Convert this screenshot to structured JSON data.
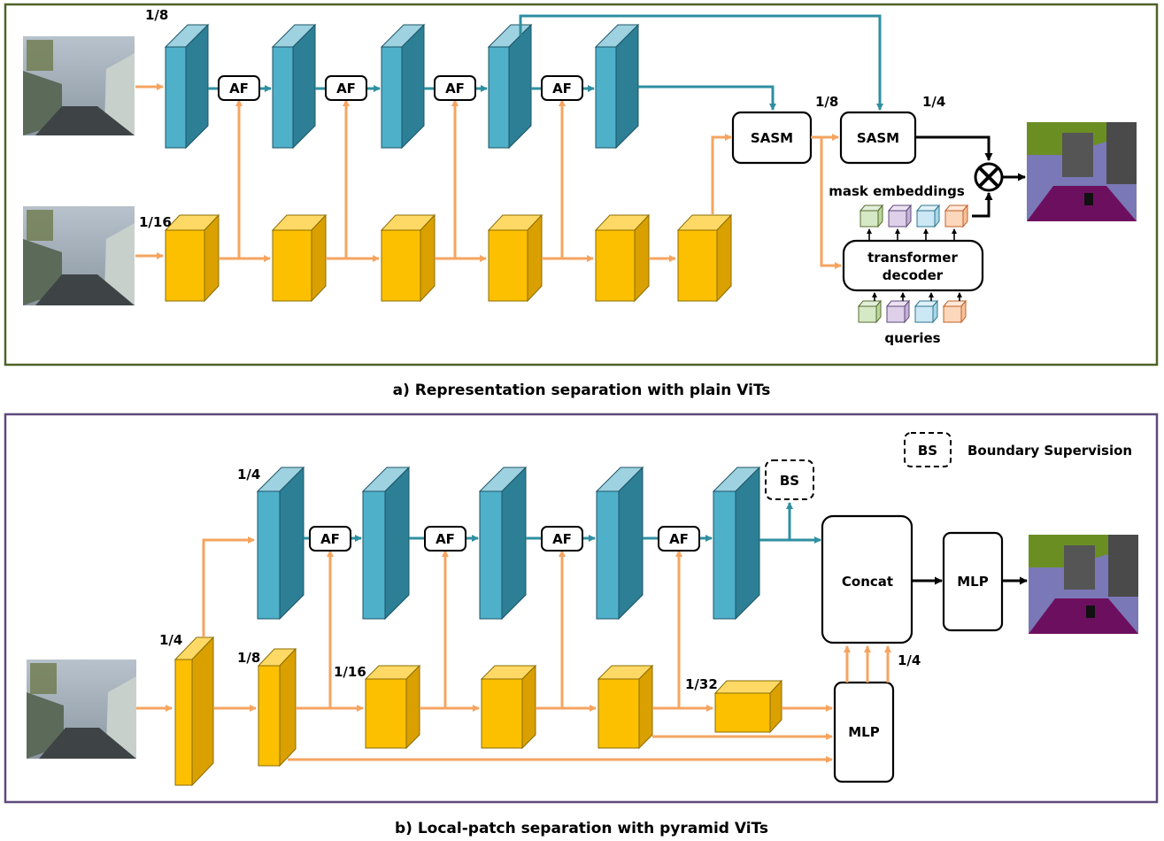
{
  "panel_a": {
    "caption": "a) Representation separation with plain ViTs",
    "scale_vit": "1/8",
    "scale_cnn": "1/16",
    "af_label": "AF",
    "sasm_label": "SASM",
    "scale_sasm1": "1/8",
    "scale_sasm2": "1/4",
    "mask_embeddings_label": "mask embeddings",
    "decoder_line1": "transformer",
    "decoder_line2": "decoder",
    "queries_label": "queries"
  },
  "panel_b": {
    "caption": "b) Local-patch separation with pyramid ViTs",
    "legend_box": "BS",
    "legend_text": "Boundary Supervision",
    "bs_label": "BS",
    "scale_vit": "1/4",
    "af_label": "AF",
    "scale_stem": "1/4",
    "scale_c1": "1/8",
    "scale_c2": "1/16",
    "scale_c4": "1/32",
    "concat_label": "Concat",
    "mlp_label": "MLP",
    "mlp_right_label": "MLP",
    "scale_out": "1/4"
  },
  "colors": {
    "vit_block": "#3a93ac",
    "cnn_block": "#fcc000",
    "vit_arrow": "#2f8fa0",
    "cnn_arrow": "#f5a460",
    "panel_a_border": "#4f6228",
    "panel_b_border": "#5f497a"
  }
}
